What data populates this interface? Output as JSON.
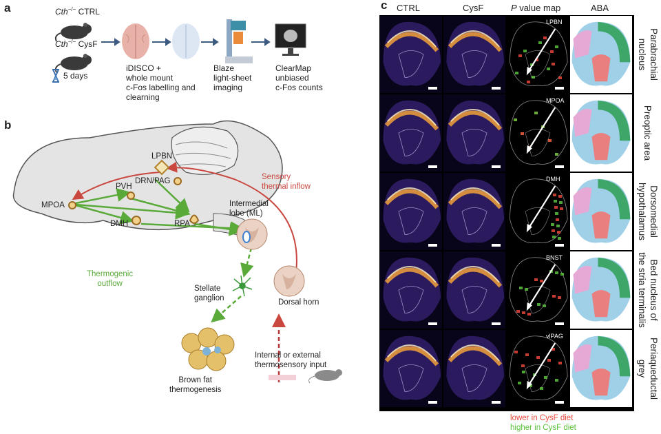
{
  "panel_a": {
    "letter": "a",
    "ctrl_label_prefix": "Cth",
    "ctrl_label_sup": "−/−",
    "ctrl_label_suffix": " CTRL",
    "cysf_label_prefix": "Cth",
    "cysf_label_sup": "−/−",
    "cysf_label_suffix": " CysF",
    "duration": "5 days",
    "steps": [
      {
        "text": "iDISCO +\nwhole mount\nc-Fos labelling and\nclearning"
      },
      {
        "text": "Blaze\nlight-sheet\nimaging"
      },
      {
        "text": "ClearMap\nunbiased\nc-Fos counts"
      }
    ]
  },
  "panel_b": {
    "letter": "b",
    "nodes": {
      "lpbn": "LPBN",
      "drn_pag": "DRN/PAG",
      "mpoa": "MPOA",
      "pvh": "PVH",
      "dmh": "DMH",
      "rpa": "RPA",
      "il": "Intermedial\nlobe (ML)",
      "stellate": "Stellate\nganglion",
      "dorsal_horn": "Dorsal horn",
      "brown_fat": "Brown fat\nthermogenesis",
      "input": "Internal or external\nthermosensory input"
    },
    "sensory_label": "Sensory\nthermal inflow",
    "thermogenic_label": "Thermogenic\noutflow",
    "colors": {
      "red": "#c9473f",
      "green": "#5aaa3a"
    }
  },
  "panel_c": {
    "letter": "c",
    "columns": [
      "CTRL",
      "CysF",
      "value map",
      "ABA"
    ],
    "pvalue_prefix": "P",
    "rows": [
      {
        "region": "LPBN",
        "label_lines": [
          "Parabrachial",
          "nucleus"
        ]
      },
      {
        "region": "MPOA",
        "label_lines": [
          "Preoptic area"
        ]
      },
      {
        "region": "DMH",
        "label_lines": [
          "Dorsomedial",
          "hypothalamus"
        ]
      },
      {
        "region": "BNST",
        "label_lines": [
          "Bed nucleus of",
          "the stria terminalis"
        ]
      },
      {
        "region": "vlPAG",
        "label_lines": [
          "Periaqueductal",
          "grey"
        ]
      }
    ],
    "legend_lower": "lower in CysF diet",
    "legend_higher": "higher in CysF diet",
    "colors": {
      "lower": "#e8463a",
      "higher": "#5bbf3c"
    }
  }
}
